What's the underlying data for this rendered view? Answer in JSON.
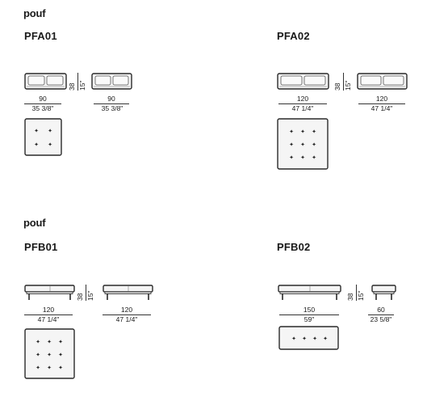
{
  "sections": [
    {
      "title": "pouf"
    },
    {
      "title": "pouf"
    }
  ],
  "products": {
    "pfa01": {
      "code": "PFA01",
      "height_cm": "38",
      "height_in": "15\"",
      "front_width_cm": "90",
      "front_width_in": "35 3/8\"",
      "side_depth_cm": "90",
      "side_depth_in": "35 3/8\""
    },
    "pfa02": {
      "code": "PFA02",
      "height_cm": "38",
      "height_in": "15\"",
      "front_width_cm": "120",
      "front_width_in": "47 1/4\"",
      "side_depth_cm": "120",
      "side_depth_in": "47 1/4\""
    },
    "pfb01": {
      "code": "PFB01",
      "height_cm": "38",
      "height_in": "15\"",
      "front_width_cm": "120",
      "front_width_in": "47 1/4\"",
      "side_depth_cm": "120",
      "side_depth_in": "47 1/4\""
    },
    "pfb02": {
      "code": "PFB02",
      "height_cm": "38",
      "height_in": "15\"",
      "front_width_cm": "150",
      "front_width_in": "59\"",
      "side_depth_cm": "60",
      "side_depth_in": "23 5/8\""
    }
  }
}
